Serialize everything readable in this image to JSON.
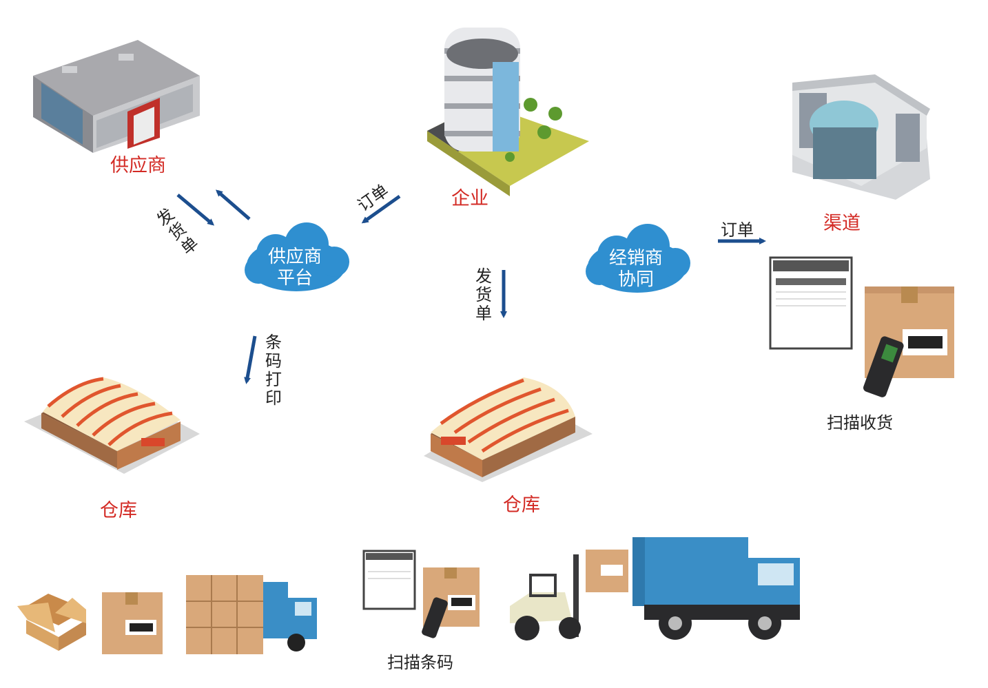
{
  "nodes": {
    "supplier": "供应商",
    "enterprise": "企业",
    "channel": "渠道",
    "warehouse_left": "仓库",
    "warehouse_center": "仓库"
  },
  "clouds": {
    "supplier_platform_line1": "供应商",
    "supplier_platform_line2": "平台",
    "dealer_collab_line1": "经销商",
    "dealer_collab_line2": "协同"
  },
  "edges": {
    "ship_order_left": "发货单",
    "order_enterprise": "订单",
    "ship_order_center": "发货单",
    "barcode_print": "条码打印",
    "order_channel": "订单"
  },
  "captions": {
    "scan_receive": "扫描收货",
    "scan_barcode": "扫描条码"
  },
  "colors": {
    "label_red": "#d32a24",
    "arrow_blue": "#1c4e8e",
    "cloud_blue": "#2f8fd0",
    "truck_blue": "#3a8ec6",
    "box_tan": "#d9a87a"
  }
}
